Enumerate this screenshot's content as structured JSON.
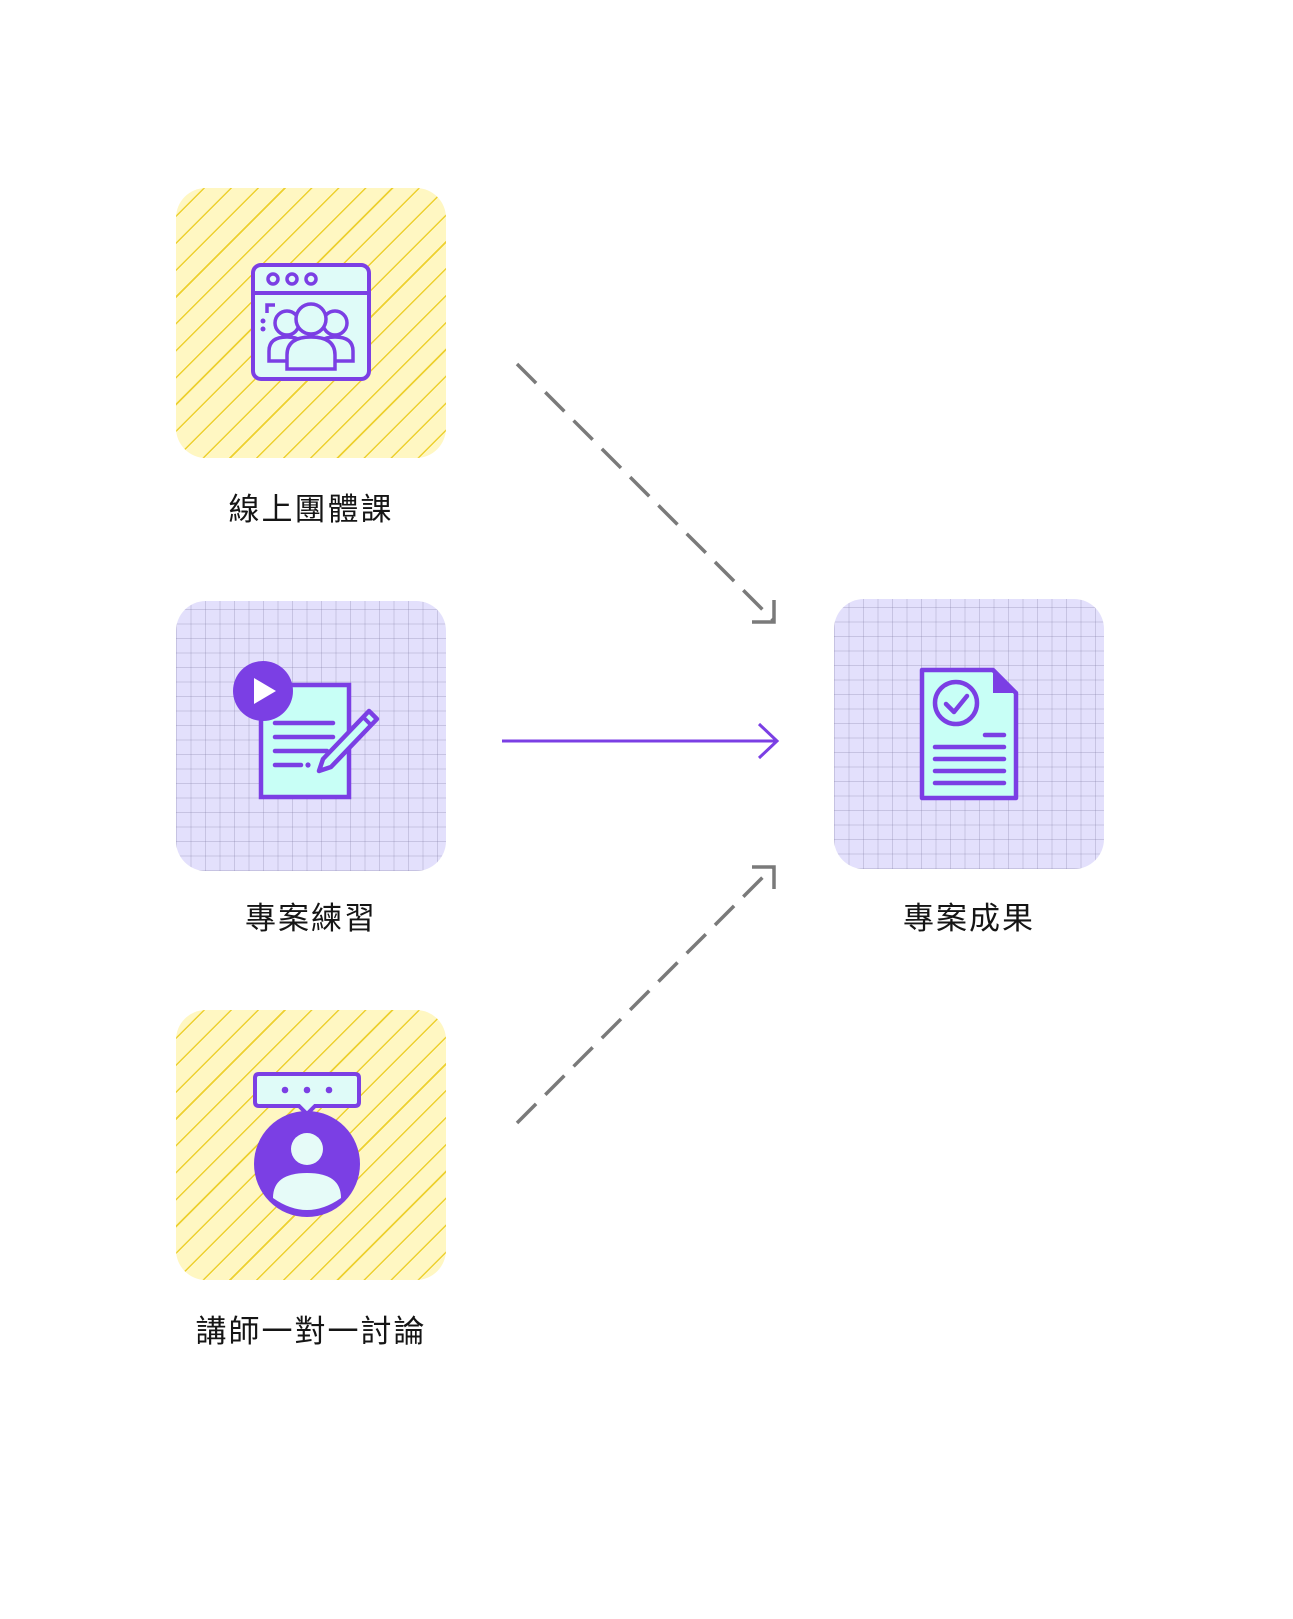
{
  "nodes": {
    "online_class": {
      "label": "線上團體課",
      "icon": "online-group-class-icon"
    },
    "project_practice": {
      "label": "專案練習",
      "icon": "video-document-edit-icon"
    },
    "mentor_discussion": {
      "label": "講師一對一討論",
      "icon": "user-chat-icon"
    },
    "project_result": {
      "label": "專案成果",
      "icon": "verified-document-icon"
    }
  },
  "edges": [
    {
      "from": "線上團體課",
      "to": "專案成果",
      "style": "dashed"
    },
    {
      "from": "專案練習",
      "to": "專案成果",
      "style": "solid"
    },
    {
      "from": "講師一對一討論",
      "to": "專案成果",
      "style": "dashed"
    }
  ],
  "colors": {
    "accent": "#7b3fe4",
    "fill": "#c8fff6",
    "yellow_tile": "#fff7c2",
    "grid_tile": "#e3e0fc",
    "dashed_arrow": "#7a7a7a"
  }
}
